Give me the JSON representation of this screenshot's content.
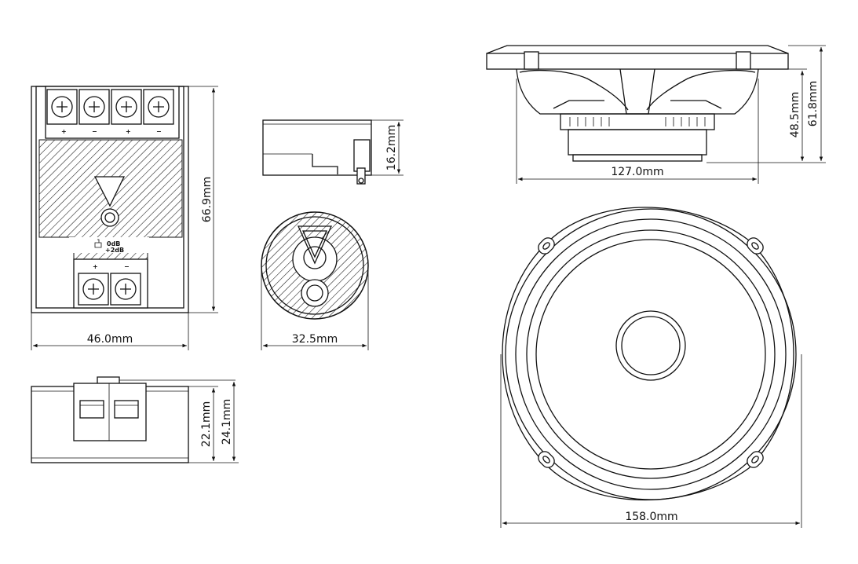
{
  "dimensions": {
    "crossover_width": "46.0mm",
    "crossover_height": "66.9mm",
    "crossover_depth_inner": "22.1mm",
    "crossover_depth_outer": "24.1mm",
    "tweeter_depth": "16.2mm",
    "tweeter_diameter": "32.5mm",
    "woofer_mount_diameter": "127.0mm",
    "woofer_mount_depth": "48.5mm",
    "woofer_total_depth": "61.8mm",
    "woofer_outer_diameter": "158.0mm"
  },
  "crossover_labels": {
    "level_0db": "0dB",
    "level_2db": "+2dB",
    "plus": "+",
    "minus": "−"
  }
}
